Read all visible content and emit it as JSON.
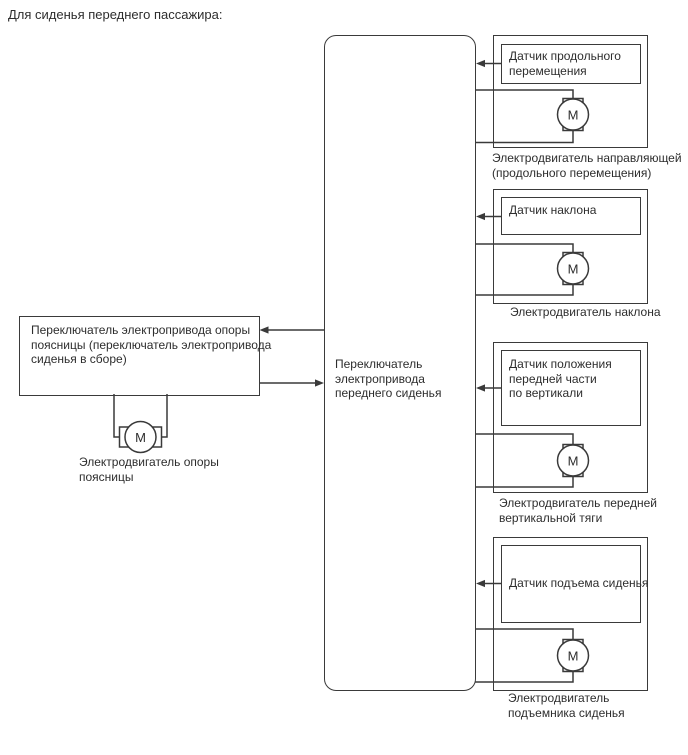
{
  "title": "Для сиденья переднего пассажира:",
  "motor_label": "M",
  "colors": {
    "line": "#3a3a3a",
    "text": "#2d2d2d",
    "background": "#ffffff"
  },
  "central_switch": {
    "lines": [
      "Переключатель",
      "электропривода",
      "переднего сиденья"
    ]
  },
  "lumbar": {
    "switch_lines": [
      "Переключатель электропривода опоры",
      "поясницы (переключатель электропривода",
      "сиденья в сборе)"
    ],
    "motor_caption_lines": [
      "Электродвигатель опоры",
      "поясницы"
    ]
  },
  "groups": [
    {
      "sensor_lines": [
        "Датчик продольного",
        "перемещения"
      ],
      "caption_lines": [
        "Электродвигатель направляющей",
        "(продольного перемещения)"
      ]
    },
    {
      "sensor_lines": [
        "Датчик наклона"
      ],
      "caption_lines": [
        "Электродвигатель наклона"
      ]
    },
    {
      "sensor_lines": [
        "Датчик положения",
        "передней части",
        "по вертикали"
      ],
      "caption_lines": [
        "Электродвигатель передней",
        "вертикальной тяги"
      ]
    },
    {
      "sensor_lines": [
        "Датчик подъема сиденья"
      ],
      "caption_lines": [
        "Электродвигатель",
        "подъемника сиденья"
      ]
    }
  ]
}
